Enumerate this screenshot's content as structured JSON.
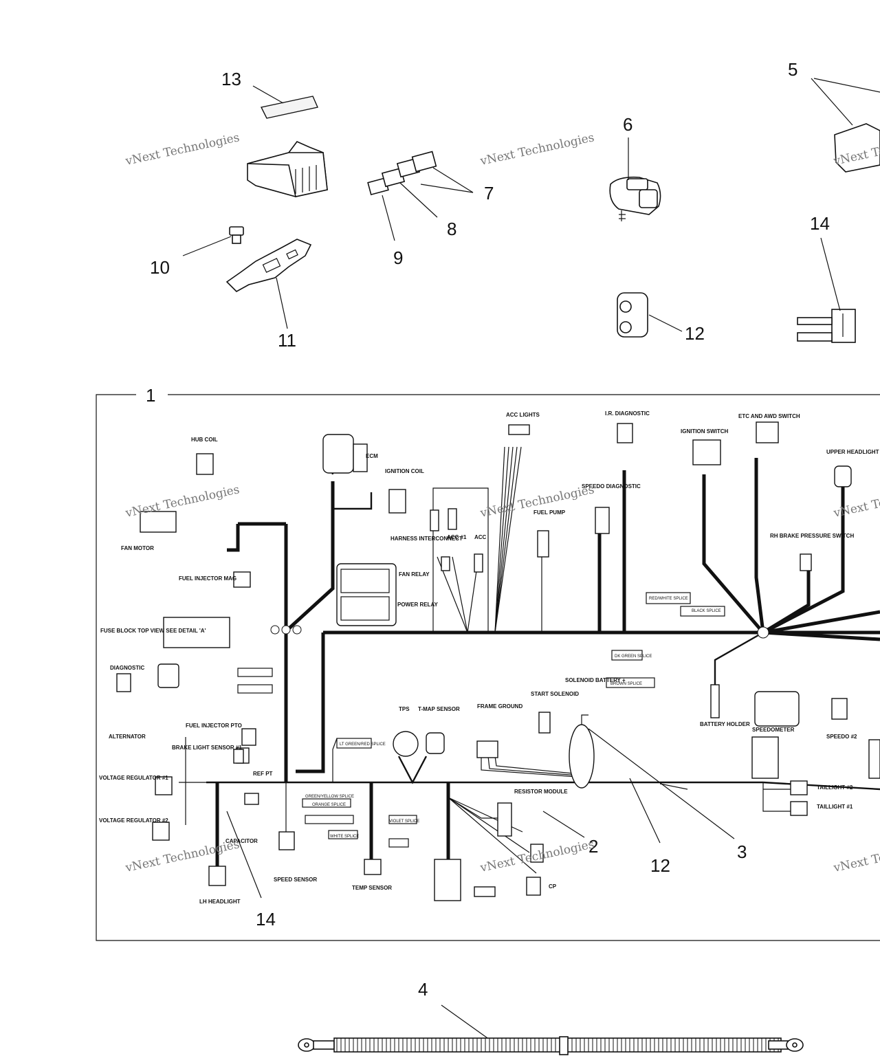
{
  "watermark": "vNext Technologies",
  "callouts": {
    "c1": "1",
    "c2": "2",
    "c3": "3",
    "c4": "4",
    "c5": "5",
    "c6": "6",
    "c7": "7",
    "c8": "8",
    "c9": "9",
    "c10": "10",
    "c11": "11",
    "c12a": "12",
    "c12b": "12",
    "c13": "13",
    "c14a": "14",
    "c14b": "14"
  },
  "components": {
    "hub_coil": "HUB COIL",
    "ecm": "ECM",
    "ignition_coil": "IGNITION COIL",
    "acc_lights": "ACC LIGHTS",
    "ir_diagnostic": "I.R. DIAGNOSTIC",
    "ignition_switch": "IGNITION SWITCH",
    "etc_awd_switch": "ETC AND AWD SWITCH",
    "upper_headlight": "UPPER HEADLIGHT",
    "speedo_diagnostic": "SPEEDO DIAGNOSTIC",
    "fuel_pump": "FUEL PUMP",
    "harness_interconnect": "HARNESS INTERCONNECT",
    "acc1": "ACC #1",
    "acc2": "ACC",
    "fan_relay": "FAN RELAY",
    "power_relay": "POWER RELAY",
    "rh_brake_switch": "RH BRAKE PRESSURE SWITCH",
    "fan_motor": "FAN MOTOR",
    "fuel_injector_mag": "FUEL INJECTOR MAG",
    "fuse_block": "FUSE BLOCK TOP VIEW SEE DETAIL 'A'",
    "diagnostic": "DIAGNOSTIC",
    "alternator": "ALTERNATOR",
    "fuel_injector_pto": "FUEL INJECTOR PTO",
    "brake_light_sensor": "BRAKE LIGHT SENSOR #1",
    "ref_pt": "REF PT",
    "voltage_regulator_1": "VOLTAGE REGULATOR #1",
    "voltage_regulator_2": "VOLTAGE REGULATOR #2",
    "capacitor": "CAPACITOR",
    "lh_headlight": "LH HEADLIGHT",
    "speed_sensor": "SPEED SENSOR",
    "temp_sensor": "TEMP SENSOR",
    "tps": "TPS",
    "t_map_sensor": "T-MAP SENSOR",
    "frame_ground": "FRAME GROUND",
    "start_solenoid": "START SOLENOID",
    "solenoid_battery": "SOLENOID BATTERY +",
    "battery_holder": "BATTERY HOLDER",
    "speedometer": "SPEEDOMETER",
    "speedo2": "SPEEDO #2",
    "resistor_module": "RESISTOR MODULE",
    "taillight2": "TAILLIGHT #2",
    "taillight1": "TAILLIGHT #1",
    "cp": "CP"
  },
  "splice_labels": {
    "black_splice": "BLACK SPLICE",
    "red_white_splice": "RED/WHITE SPLICE",
    "dk_green_splice": "DK GREEN SPLICE",
    "brown_splice": "BROWN SPLICE",
    "orange_splice": "ORANGE SPLICE",
    "white_splice": "WHITE SPLICE",
    "violet_splice": "VIOLET SPLICE",
    "green_yellow_splice": "GREEN/YELLOW SPLICE",
    "lt_green_red_splice": "LT GREEN/RED SPLICE"
  }
}
